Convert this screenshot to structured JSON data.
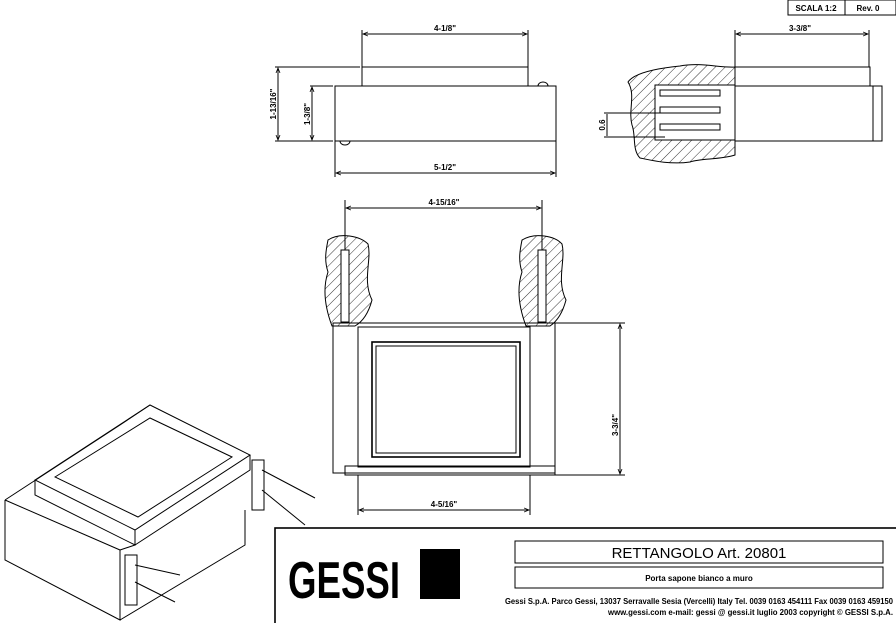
{
  "scale_table": {
    "scale": "SCALA 1:2",
    "revision": "Rev. 0"
  },
  "top_view": {
    "dim_top_width": "4-1/8\"",
    "dim_total_height": "1-13/16\"",
    "dim_body_height": "1-3/8\"",
    "dim_body_width": "5-1/2\""
  },
  "side_view": {
    "dim_width": "3-3/8\"",
    "dim_spacing": "0.6"
  },
  "front_view": {
    "dim_anchor_spacing": "4-15/16\"",
    "dim_height": "3-3/4\"",
    "dim_inner_width": "4-5/16\""
  },
  "title_block": {
    "logo": "GESSI",
    "title": "RETTANGOLO  Art. 20801",
    "subtitle": "Porta sapone bianco a muro",
    "address_line1": "Gessi S.p.A. Parco Gessi, 13037 Serravalle Sesia (Vercelli) Italy Tel. 0039 0163 454111 Fax 0039 0163 459150",
    "address_line2": "www.gessi.com e-mail: gessi @ gessi.it luglio 2003 copyright © GESSI S.p.A."
  }
}
